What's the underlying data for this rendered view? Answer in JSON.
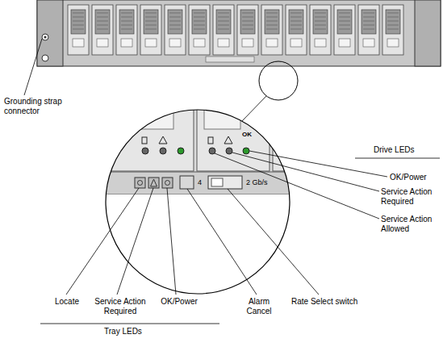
{
  "diagram": {
    "labels": [
      "Grounding strap connector",
      "Drive LEDs",
      "OK/Power",
      "Service Action Required",
      "Service Action Allowed",
      "Locate",
      "Service Action Required",
      "OK/Power",
      "Alarm Cancel",
      "Rate Select switch",
      "Tray LEDs",
      "OK",
      "4",
      "2 Gb/s"
    ]
  }
}
